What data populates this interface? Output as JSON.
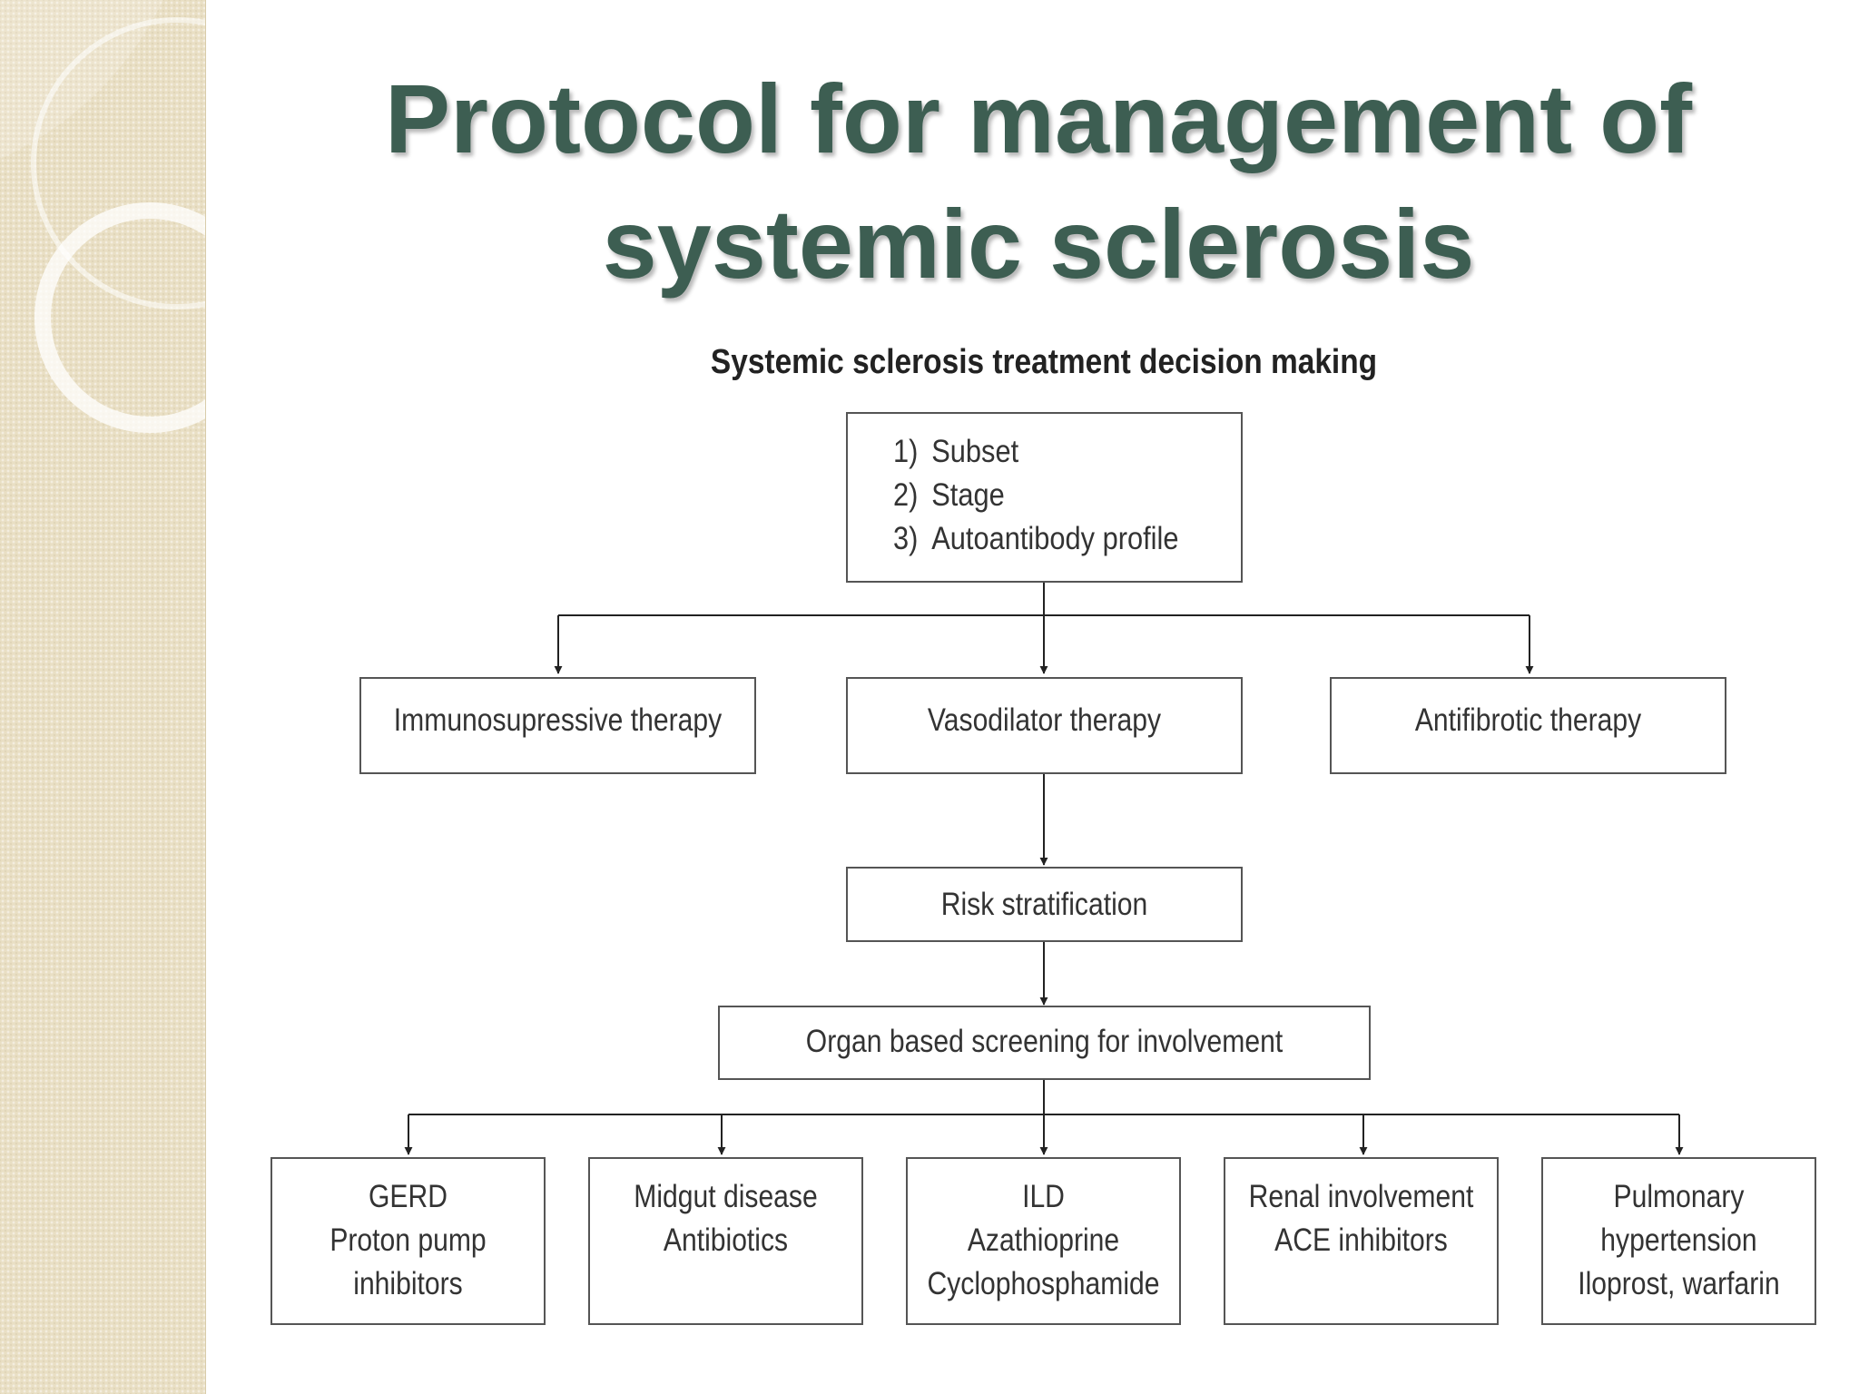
{
  "slide": {
    "title_line1": "Protocol for management of",
    "title_line2": "systemic sclerosis"
  },
  "diagram": {
    "title": "Systemic sclerosis treatment decision making",
    "start_box": {
      "items": [
        {
          "num": "1)",
          "label": "Subset"
        },
        {
          "num": "2)",
          "label": "Stage"
        },
        {
          "num": "3)",
          "label": "Autoantibody profile"
        }
      ]
    },
    "therapies": [
      "Immunosupressive therapy",
      "Vasodilator therapy",
      "Antifibrotic therapy"
    ],
    "risk_box": "Risk stratification",
    "screening_box": "Organ based screening for involvement",
    "organs": [
      {
        "line1": "GERD",
        "line2": "Proton pump",
        "line3": "inhibitors"
      },
      {
        "line1": "Midgut disease",
        "line2": "Antibiotics",
        "line3": ""
      },
      {
        "line1": "ILD",
        "line2": "Azathioprine",
        "line3": "Cyclophosphamide"
      },
      {
        "line1": "Renal involvement",
        "line2": "ACE inhibitors",
        "line3": ""
      },
      {
        "line1": "Pulmonary",
        "line2": "hypertension",
        "line3": "Iloprost, warfarin"
      }
    ]
  },
  "colors": {
    "title": "#3d5e52",
    "side_panel": "#e9dfc4",
    "box_border": "#555555",
    "line": "#222222"
  }
}
